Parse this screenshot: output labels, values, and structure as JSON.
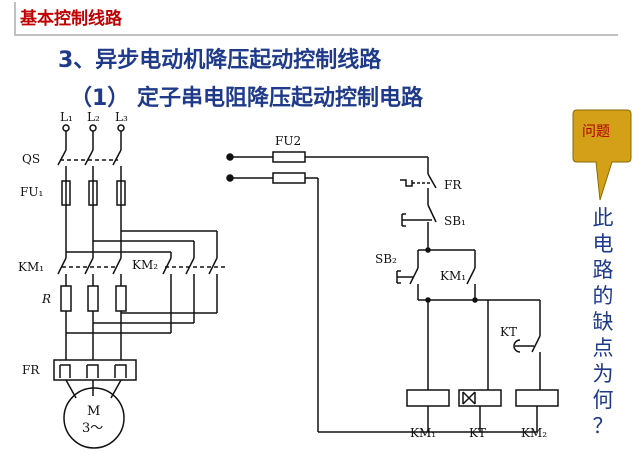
{
  "header": {
    "title": "基本控制线路"
  },
  "subtitle1": "3、异步电动机降压起动控制线路",
  "subtitle2": "（1） 定子串电阻降压起动控制电路",
  "callout": {
    "label": "问题"
  },
  "question": [
    "此",
    "电",
    "路",
    "的",
    "缺",
    "点",
    "为",
    "何",
    "？"
  ],
  "diagram": {
    "l1": "L₁",
    "l2": "L₂",
    "l3": "L₃",
    "qs": "QS",
    "fu1": "FU₁",
    "km1_main": "KM₁",
    "km2_main": "KM₂",
    "r": "R",
    "fr_main": "FR",
    "motor_m": "M",
    "motor_phase": "3～",
    "fu2": "FU2",
    "fr_ctrl": "FR",
    "sb1": "SB₁",
    "sb2": "SB₂",
    "km1_aux": "KM₁",
    "kt_contact": "KT",
    "coil_km1": "KM₁",
    "coil_kt": "KT",
    "coil_km2": "KM₂"
  },
  "colors": {
    "title": "#c00000",
    "subtitle": "#1f3a8a",
    "callout_fill": "#d4a017"
  }
}
